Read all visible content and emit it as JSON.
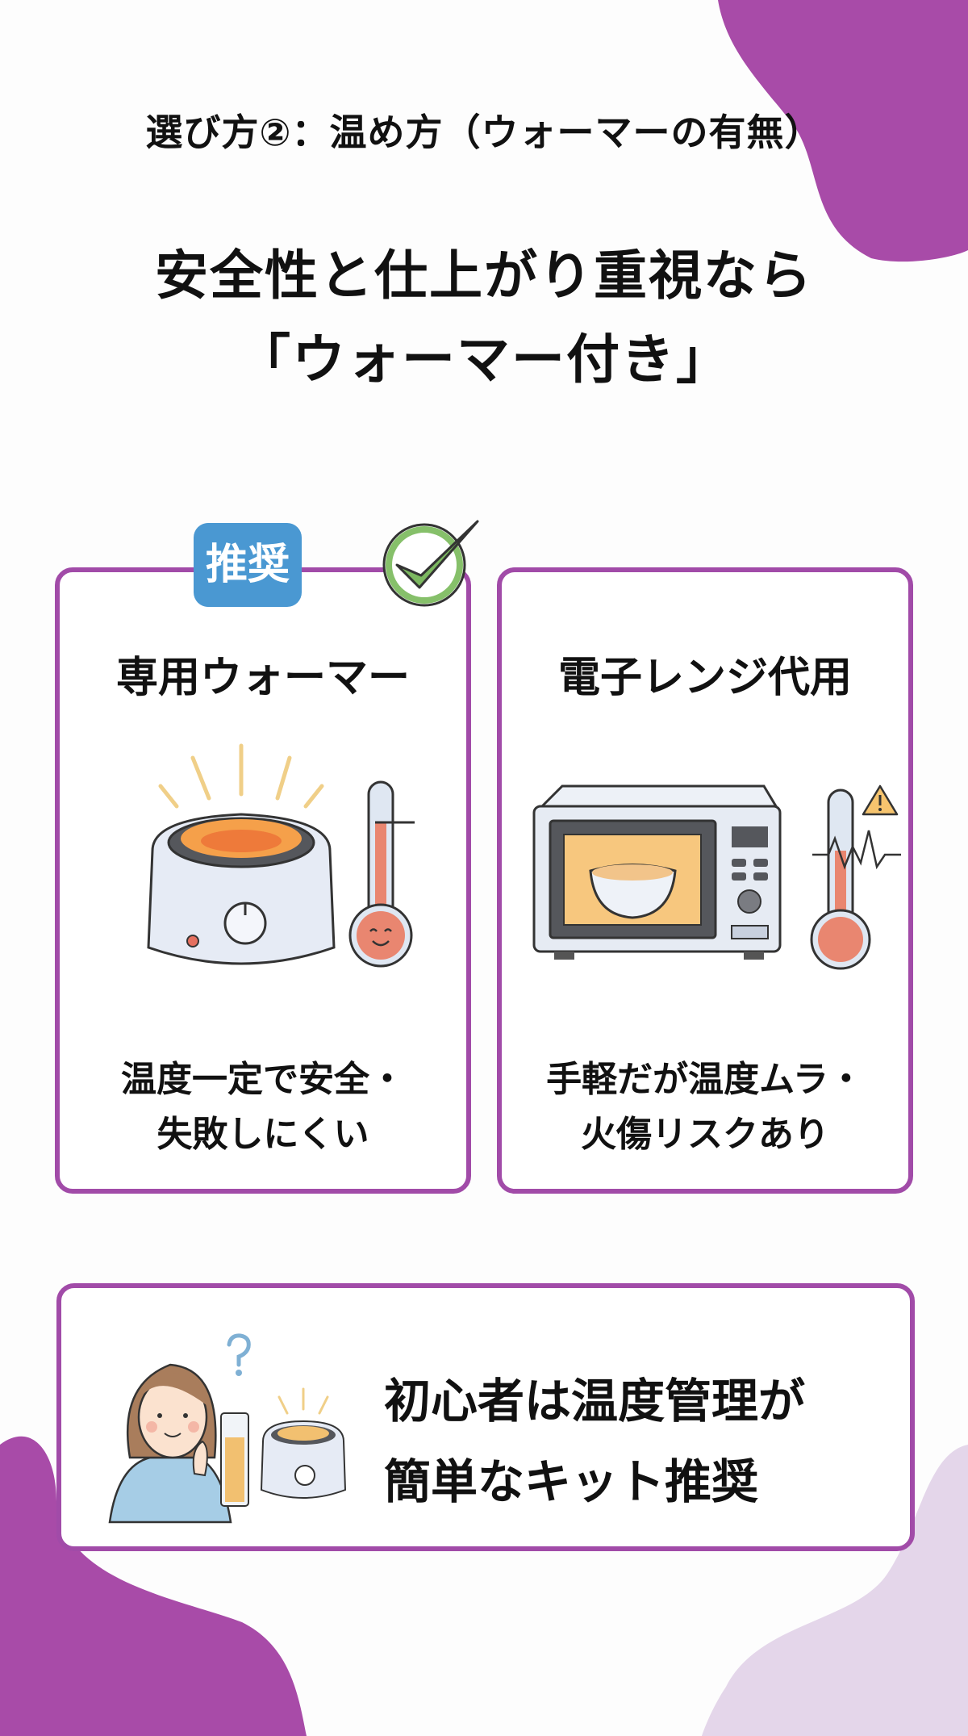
{
  "header": {
    "subtitle": "選び方②：温め方（ウォーマーの有無）",
    "headline_line1": "安全性と仕上がり重視なら",
    "headline_line2": "「ウォーマー付き」"
  },
  "cards": [
    {
      "badge": "推奨",
      "badge_icon": "check-circle-icon",
      "title": "専用ウォーマー",
      "illustration": [
        "wax-warmer-icon",
        "smiling-thermometer-icon"
      ],
      "desc_line1": "温度一定で安全・",
      "desc_line2": "失敗しにくい"
    },
    {
      "title": "電子レンジ代用",
      "illustration": [
        "microwave-icon",
        "thermometer-icon",
        "warning-icon"
      ],
      "desc_line1": "手軽だが温度ムラ・",
      "desc_line2": "火傷リスクあり"
    }
  ],
  "tip": {
    "illustration": [
      "thinking-woman-icon",
      "question-mark-icon",
      "wax-warmer-icon"
    ],
    "line1": "初心者は温度管理が",
    "line2": "簡単なキット推奨"
  },
  "colors": {
    "accent_purple": "#a14ba8",
    "light_purple": "#e4d6ea",
    "badge_blue": "#4a98d2",
    "check_green": "#7cb860"
  }
}
